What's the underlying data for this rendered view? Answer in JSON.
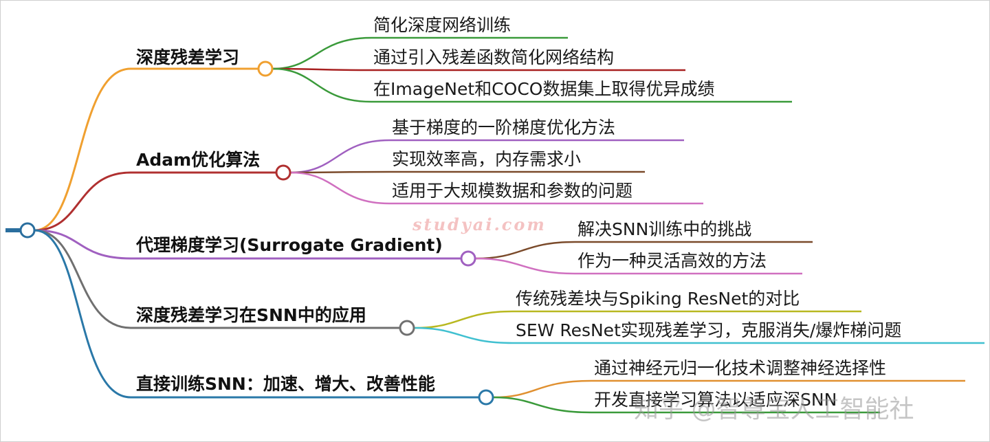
{
  "colors": {
    "root": "#2a6e9e",
    "branch1": "#f0a030",
    "branch2": "#b03030",
    "branch3": "#a060c0",
    "branch4": "#707070",
    "branch5": "#2a78a8",
    "leaf_green": "#3a9a3a",
    "leaf_darkred": "#a82020",
    "leaf_purple": "#a060c0",
    "leaf_brown": "#7a4a2a",
    "leaf_pink": "#d070c0",
    "leaf_olive": "#b8b820",
    "leaf_cyan": "#40c0d0",
    "leaf_orange": "#e09030"
  },
  "branches": [
    {
      "label": "深度残差学习",
      "leaves": [
        "简化深度网络训练",
        "通过引入残差函数简化网络结构",
        "在ImageNet和COCO数据集上取得优异成绩"
      ]
    },
    {
      "label": "Adam优化算法",
      "leaves": [
        "基于梯度的一阶梯度优化方法",
        "实现效率高，内存需求小",
        "适用于大规模数据和参数的问题"
      ]
    },
    {
      "label": "代理梯度学习(Surrogate Gradient)",
      "leaves": [
        "解决SNN训练中的挑战",
        "作为一种灵活高效的方法"
      ]
    },
    {
      "label": "深度残差学习在SNN中的应用",
      "leaves": [
        "传统残差块与Spiking ResNet的对比",
        "SEW ResNet实现残差学习，克服消失/爆炸梯问题"
      ]
    },
    {
      "label": "直接训练SNN：加速、增大、改善性能",
      "leaves": [
        "通过神经元归一化技术调整神经选择性",
        "开发直接学习算法以适应深SNN"
      ]
    }
  ],
  "watermark": "studyai.com",
  "platform_mark": "知乎 @智尊宝人工智能社"
}
